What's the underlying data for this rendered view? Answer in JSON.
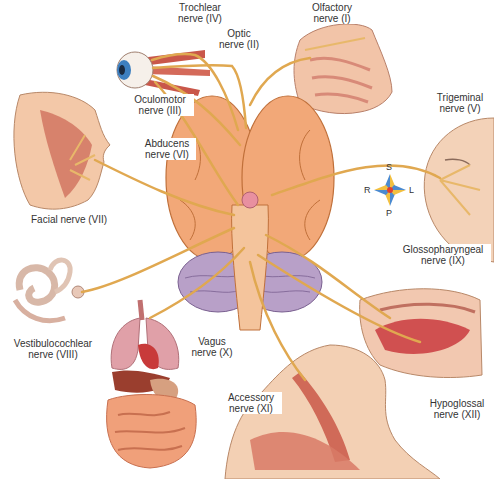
{
  "diagram": {
    "labels": [
      "Trochlear nerve (IV)",
      "Optic nerve (II)",
      "Olfactory nerve (I)",
      "Oculomotor nerve (III)",
      "Trigeminal nerve (V)",
      "Abducens nerve (VI)",
      "S",
      "R",
      "L",
      "P",
      "Facial nerve (VII)",
      "Glossopharyngeal nerve (IX)",
      "Vestibulocochlear nerve (VIII)",
      "Vagus nerve (X)",
      "Accessory nerve (XI)",
      "Hypoglossal nerve (XII)"
    ]
  }
}
